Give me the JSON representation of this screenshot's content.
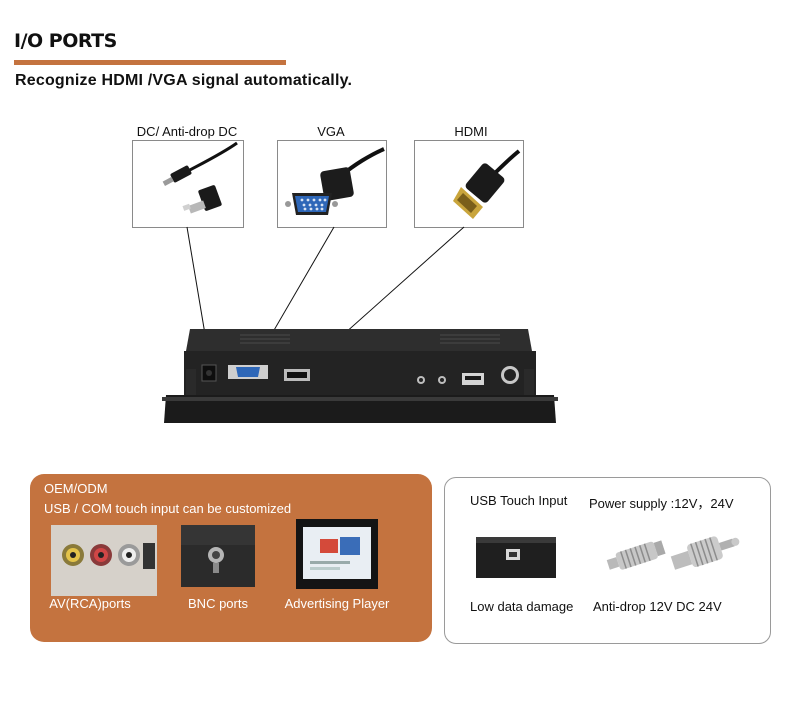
{
  "header": {
    "title": "I/O PORTS",
    "subtitle": "Recognize HDMI /VGA signal automatically."
  },
  "cables": [
    {
      "label": "DC/ Anti-drop DC"
    },
    {
      "label": "VGA"
    },
    {
      "label": "HDMI"
    }
  ],
  "customization_panel": {
    "heading": "OEM/ODM",
    "subheading": "USB / COM touch input can be customized",
    "items": [
      {
        "caption": "AV(RCA)ports"
      },
      {
        "caption": "BNC ports"
      },
      {
        "caption": "Advertising Player"
      }
    ]
  },
  "features_panel": {
    "usb_label": "USB Touch Input",
    "power_label": "Power supply :12V，24V",
    "usb_caption": "Low data damage",
    "power_caption": "Anti-drop 12V DC 24V"
  },
  "colors": {
    "accent": "#c4733f",
    "device": "#1e1e1e",
    "vga_connector": "#2e67b8"
  }
}
